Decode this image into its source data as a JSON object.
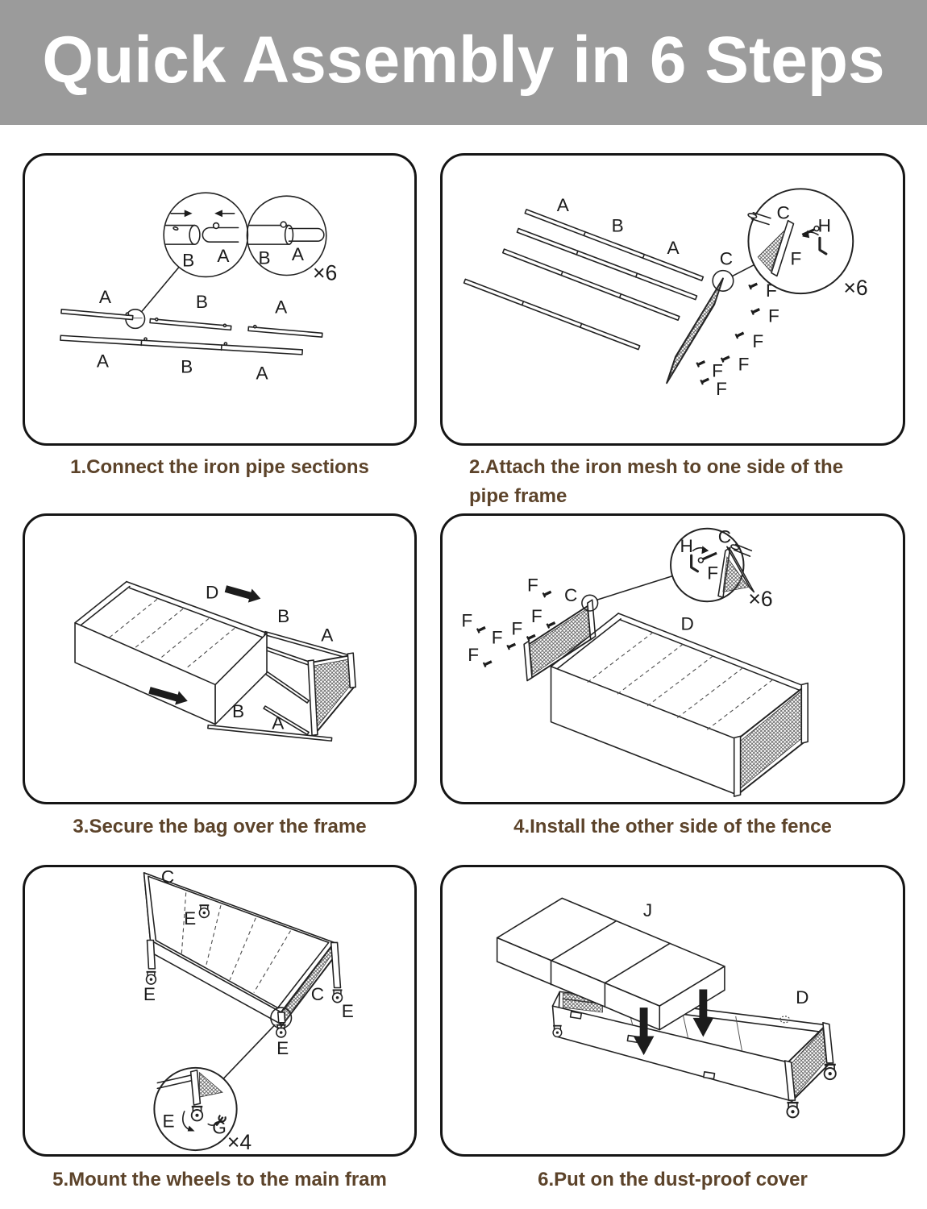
{
  "header": {
    "title": "Quick Assembly in 6 Steps"
  },
  "colors": {
    "header_bg": "#9b9b9b",
    "header_text": "#ffffff",
    "caption_text": "#5c432a",
    "line_art": "#222222",
    "page_bg": "#ffffff"
  },
  "panels": [
    {
      "caption": "1.Connect the iron pipe sections",
      "multiplier": "×6",
      "labels": {
        "zoom_pipe_b": "B",
        "zoom_pipe_a": "A",
        "zoom_joined_b": "B",
        "zoom_joined_a": "A",
        "row1_left": "A",
        "row1_mid": "B",
        "row1_right": "A",
        "row2_left": "A",
        "row2_mid": "B",
        "row2_right": "A"
      }
    },
    {
      "caption": "2.Attach the iron mesh to one side of the pipe frame",
      "multiplier": "×6",
      "labels": {
        "pipe1": "A",
        "pipe2": "B",
        "pipe3": "A",
        "mesh": "C",
        "screw": "F",
        "zoom_corner": "C",
        "zoom_tool": "H",
        "zoom_screw": "F"
      }
    },
    {
      "caption": "3.Secure the bag over the frame",
      "labels": {
        "bag": "D",
        "top_rail_b": "B",
        "top_rail_a": "A",
        "bottom_rail_b": "B",
        "bottom_rail_a": "A"
      }
    },
    {
      "caption": "4.Install the other side of the fence",
      "multiplier": "×6",
      "labels": {
        "screw": "F",
        "mesh": "C",
        "frame": "D",
        "zoom_tool": "H",
        "zoom_corner": "C",
        "zoom_screw": "F"
      }
    },
    {
      "caption": "5.Mount the wheels to the main fram",
      "multiplier": "×4",
      "labels": {
        "mesh_top": "C",
        "mesh_right": "C",
        "wheel": "E",
        "zoom_wheel": "E",
        "zoom_tool": "G"
      }
    },
    {
      "caption": "6.Put on the dust-proof cover",
      "labels": {
        "cover": "J",
        "frame": "D"
      }
    }
  ]
}
